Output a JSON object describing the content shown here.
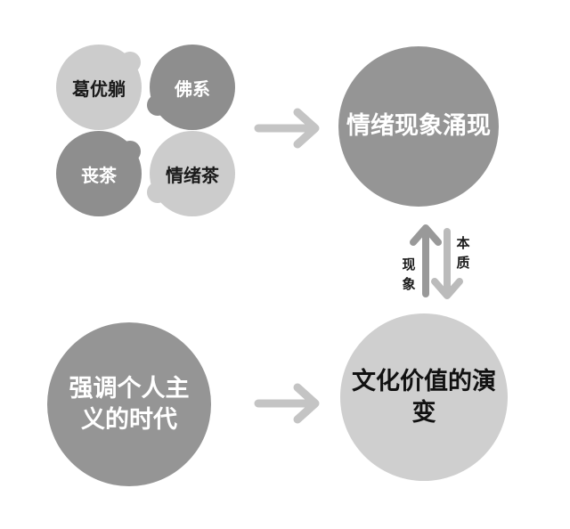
{
  "phenomena": {
    "ge_you_tang": "葛优躺",
    "fo_xi": "佛系",
    "sang_cha": "丧茶",
    "qing_xu_cha": "情绪茶"
  },
  "nodes": {
    "emotion_emergence": "情绪现象涌现",
    "individualism_era": "强调个人主义的时代",
    "value_evolution": "文化价值的演变"
  },
  "relations": {
    "essence": "本质",
    "phenomenon": "现象"
  },
  "colors": {
    "light_gray": "#cccccc",
    "dark_gray": "#8e8e8e",
    "arrow_gray": "#c4c4c4",
    "vertical_arrow_gray": "#999999"
  }
}
